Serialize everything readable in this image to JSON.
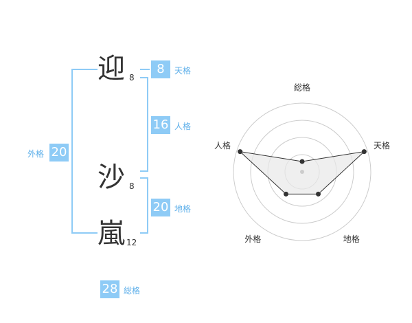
{
  "name": {
    "chars": [
      {
        "char": "迎",
        "strokes": "8"
      },
      {
        "char": "沙",
        "strokes": "8"
      },
      {
        "char": "嵐",
        "strokes": "12"
      }
    ]
  },
  "kakusu": {
    "tenkaku": {
      "value": "8",
      "label": "天格"
    },
    "jinkaku": {
      "value": "16",
      "label": "人格"
    },
    "chikaku": {
      "value": "20",
      "label": "地格"
    },
    "gaikaku": {
      "value": "20",
      "label": "外格"
    },
    "soukaku": {
      "value": "28",
      "label": "総格"
    }
  },
  "chart_data": {
    "type": "radar",
    "axes": [
      "総格",
      "天格",
      "地格",
      "外格",
      "人格"
    ],
    "values": [
      0.15,
      0.95,
      0.4,
      0.4,
      0.95
    ],
    "range": [
      0,
      1
    ],
    "rings": 4,
    "colors": {
      "ring": "#cccccc",
      "fill": "#e8e8e8",
      "line": "#333333",
      "point": "#333333",
      "center": "#cccccc"
    }
  }
}
